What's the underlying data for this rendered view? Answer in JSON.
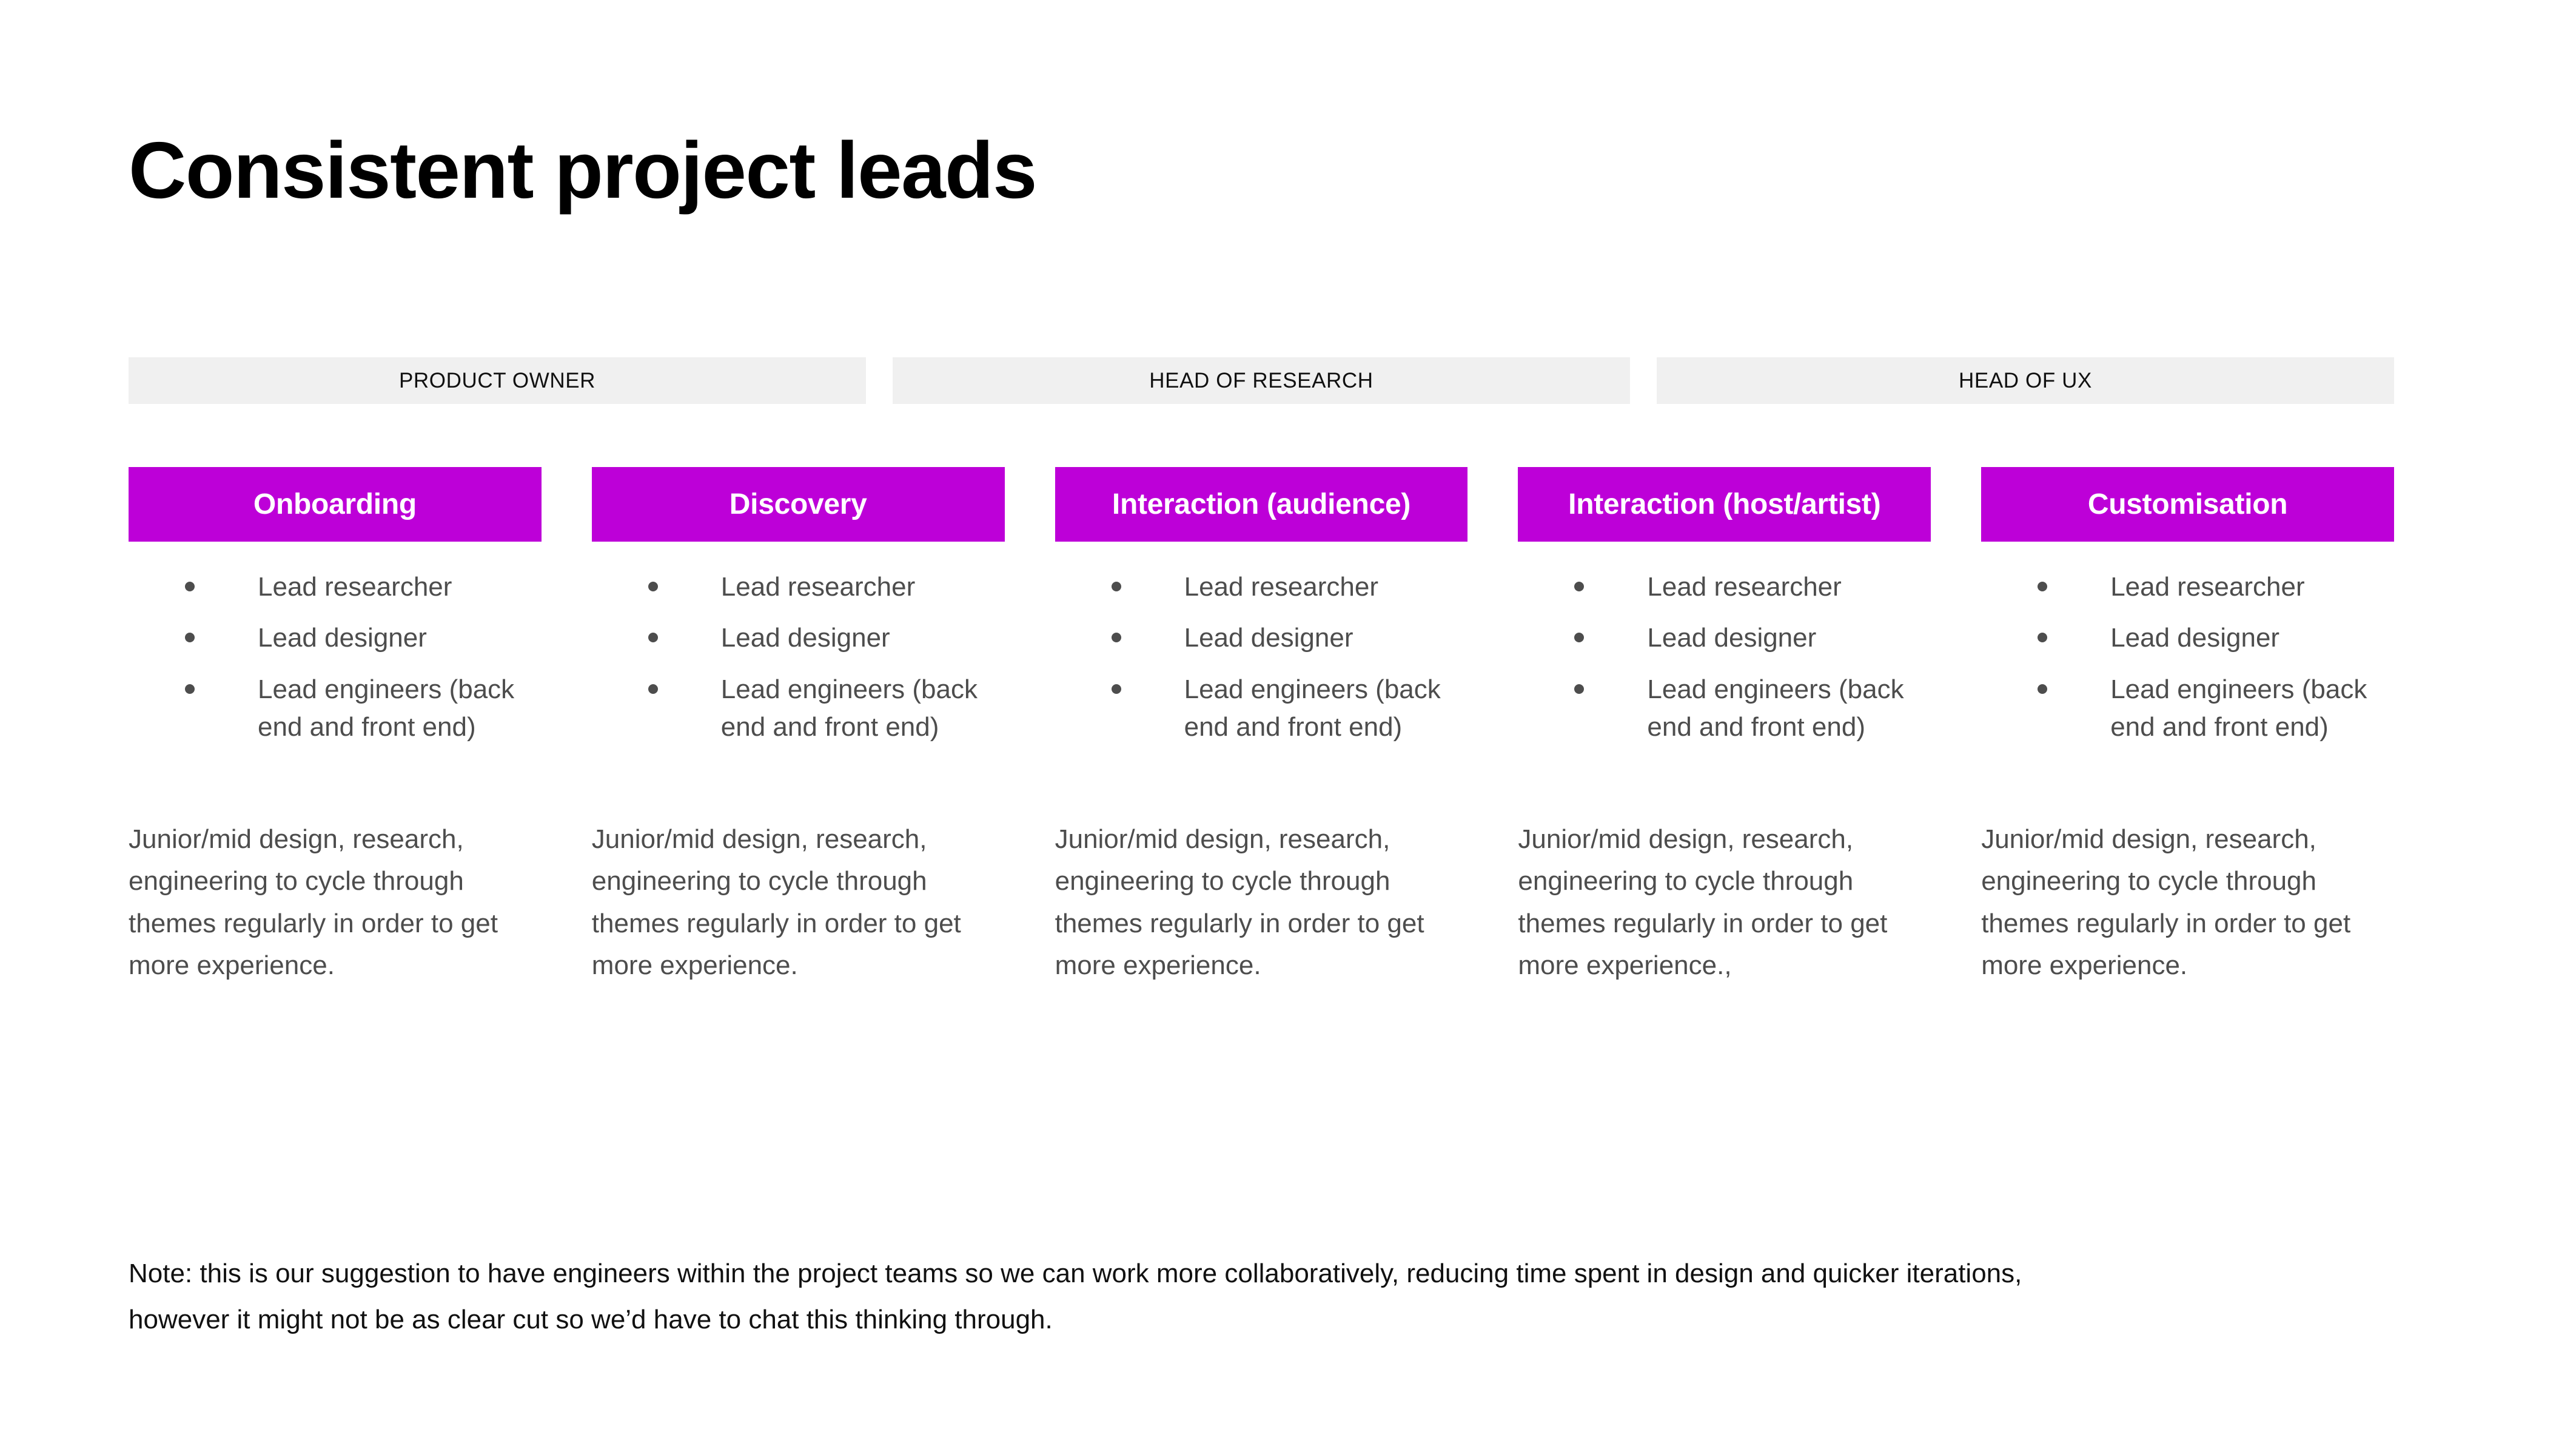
{
  "page": {
    "title": "Consistent project leads",
    "background_color": "#ffffff"
  },
  "colors": {
    "accent_magenta": "#bd00d8",
    "role_chip_bg": "#f0f0f0",
    "body_text": "#4d4d4d",
    "heading_text": "#000000"
  },
  "roles": [
    {
      "label": "PRODUCT OWNER"
    },
    {
      "label": "HEAD OF RESEARCH"
    },
    {
      "label": "HEAD OF UX"
    }
  ],
  "columns": [
    {
      "header": "Onboarding",
      "bullets": [
        "Lead researcher",
        "Lead designer",
        "Lead engineers (back end and front end)"
      ],
      "note": "Junior/mid design, research, engineering to cycle through themes regularly in order to get more experience."
    },
    {
      "header": "Discovery",
      "bullets": [
        "Lead researcher",
        "Lead designer",
        "Lead engineers (back end and front end)"
      ],
      "note": "Junior/mid design, research, engineering to cycle through themes regularly in order to get more experience."
    },
    {
      "header": "Interaction (audience)",
      "bullets": [
        "Lead researcher",
        "Lead designer",
        "Lead engineers (back end and front end)"
      ],
      "note": "Junior/mid design, research, engineering to cycle through themes regularly in order to get more experience."
    },
    {
      "header": "Interaction (host/artist)",
      "bullets": [
        "Lead researcher",
        "Lead designer",
        "Lead engineers (back end and front end)"
      ],
      "note": "Junior/mid design, research, engineering to cycle through themes regularly in order to get more experience.,"
    },
    {
      "header": "Customisation",
      "bullets": [
        "Lead researcher",
        "Lead designer",
        "Lead engineers (back end and front end)"
      ],
      "note": "Junior/mid design, research, engineering to cycle through themes regularly in order to get more experience."
    }
  ],
  "footer": {
    "note": "Note: this is our suggestion to have engineers within the project teams so we can work more collaboratively, reducing time spent in design and quicker iterations, however it might not be as clear cut so we’d have to chat this thinking through."
  }
}
